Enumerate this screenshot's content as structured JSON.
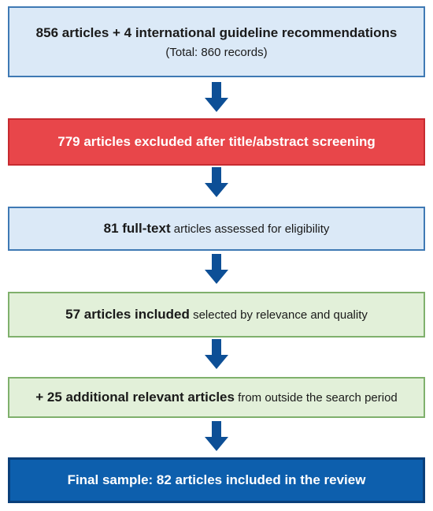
{
  "boxes": {
    "records": {
      "bold": "856 articles + 4 international guideline recommendations",
      "sub": "(Total: 860 records)"
    },
    "excluded": {
      "bold": "779 articles excluded after title/abstract screening"
    },
    "fulltext": {
      "bold1": "81 full-text",
      "normal": " articles assessed for eligibility"
    },
    "included": {
      "bold": "57 articles included",
      "normal": " selected by relevance and quality"
    },
    "additional": {
      "bold": "+ 25 additional relevant articles",
      "normal": " from outside the search period"
    },
    "final": {
      "bold": "Final sample: 82 articles included in the review"
    }
  },
  "colors": {
    "light_blue_fill": "#dbe9f7",
    "red_fill": "#e8464a",
    "green_fill": "#e2f0d9",
    "dark_blue_fill": "#0d5fad",
    "arrow": "#0d4f96"
  }
}
